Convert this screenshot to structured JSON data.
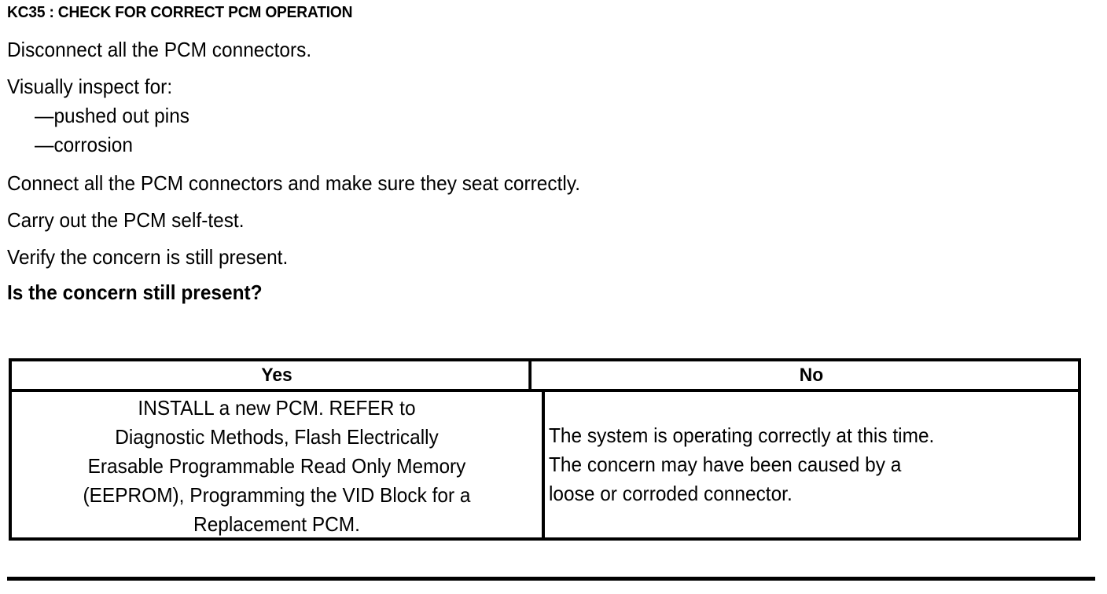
{
  "document": {
    "step_title": "KC35 : CHECK FOR CORRECT PCM OPERATION",
    "procedure_lines": [
      {
        "text": "Disconnect all the PCM connectors.",
        "indent": false,
        "bold": false
      },
      {
        "text": "Visually inspect for:",
        "indent": false,
        "bold": false
      },
      {
        "text": "—pushed out pins",
        "indent": true,
        "bold": false
      },
      {
        "text": "—corrosion",
        "indent": true,
        "bold": false
      },
      {
        "text": "Connect all the PCM connectors and make sure they seat correctly.",
        "indent": false,
        "bold": false
      },
      {
        "text": "Carry out the PCM self-test.",
        "indent": false,
        "bold": false
      },
      {
        "text": "Verify the concern is still present.",
        "indent": false,
        "bold": false
      },
      {
        "text": "Is the concern still present?",
        "indent": false,
        "bold": true
      }
    ],
    "decision_table": {
      "headers": {
        "yes": "Yes",
        "no": "No"
      },
      "yes_cell_lines": [
        "INSTALL a new PCM.  REFER to",
        "Diagnostic Methods, Flash Electrically",
        "Erasable Programmable Read Only Memory",
        "(EEPROM), Programming the VID Block for a",
        "Replacement PCM."
      ],
      "no_cell_lines": [
        "The system is operating correctly at this time.",
        "The concern may have been caused by a",
        "loose or corroded connector."
      ]
    }
  }
}
